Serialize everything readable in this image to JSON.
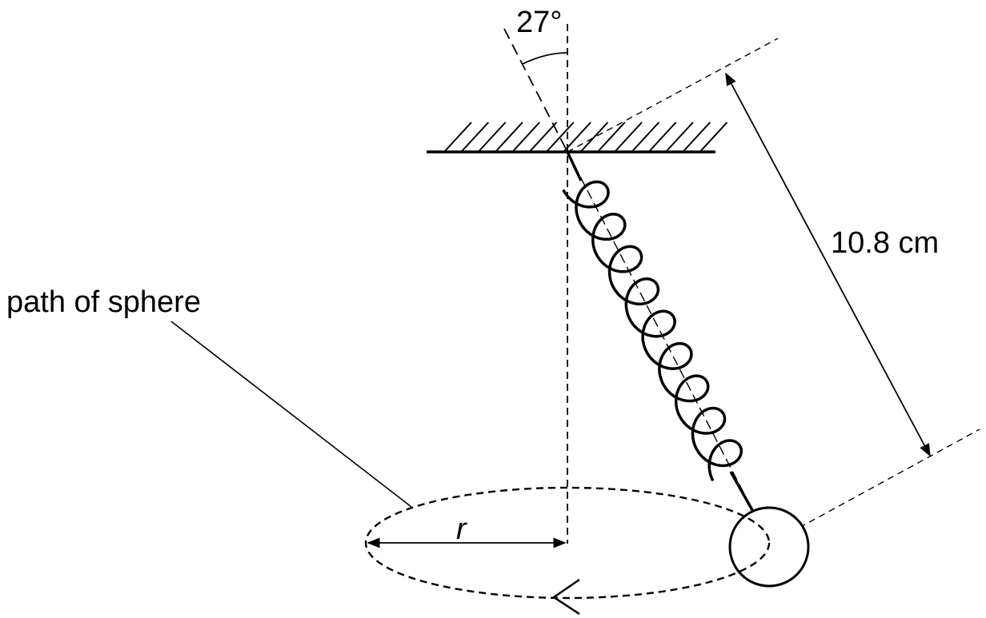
{
  "labels": {
    "angle": "27°",
    "length": "10.8 cm",
    "path": "path of sphere",
    "radius": "r"
  },
  "colors": {
    "ink": "#000000",
    "background": "#ffffff"
  }
}
